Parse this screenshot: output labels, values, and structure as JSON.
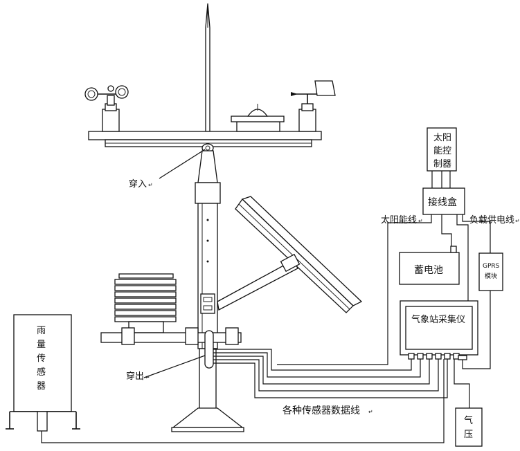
{
  "labels": {
    "enter": "穿入",
    "exit": "穿出",
    "solar_line": "太阳能线",
    "load_supply": "负载供电线",
    "sensor_data_lines": "各种传感器数据线",
    "logger": "气象站采集仪",
    "battery": "蓄电池",
    "junction_box": "接线盒",
    "controller": [
      "太阳",
      "能控",
      "制器"
    ],
    "gprs": [
      "GPRS",
      "模块"
    ],
    "pressure": [
      "气",
      "压"
    ],
    "rain_gauge": [
      "雨",
      "量",
      "传",
      "感",
      "器"
    ],
    "return_mark": "↵"
  }
}
